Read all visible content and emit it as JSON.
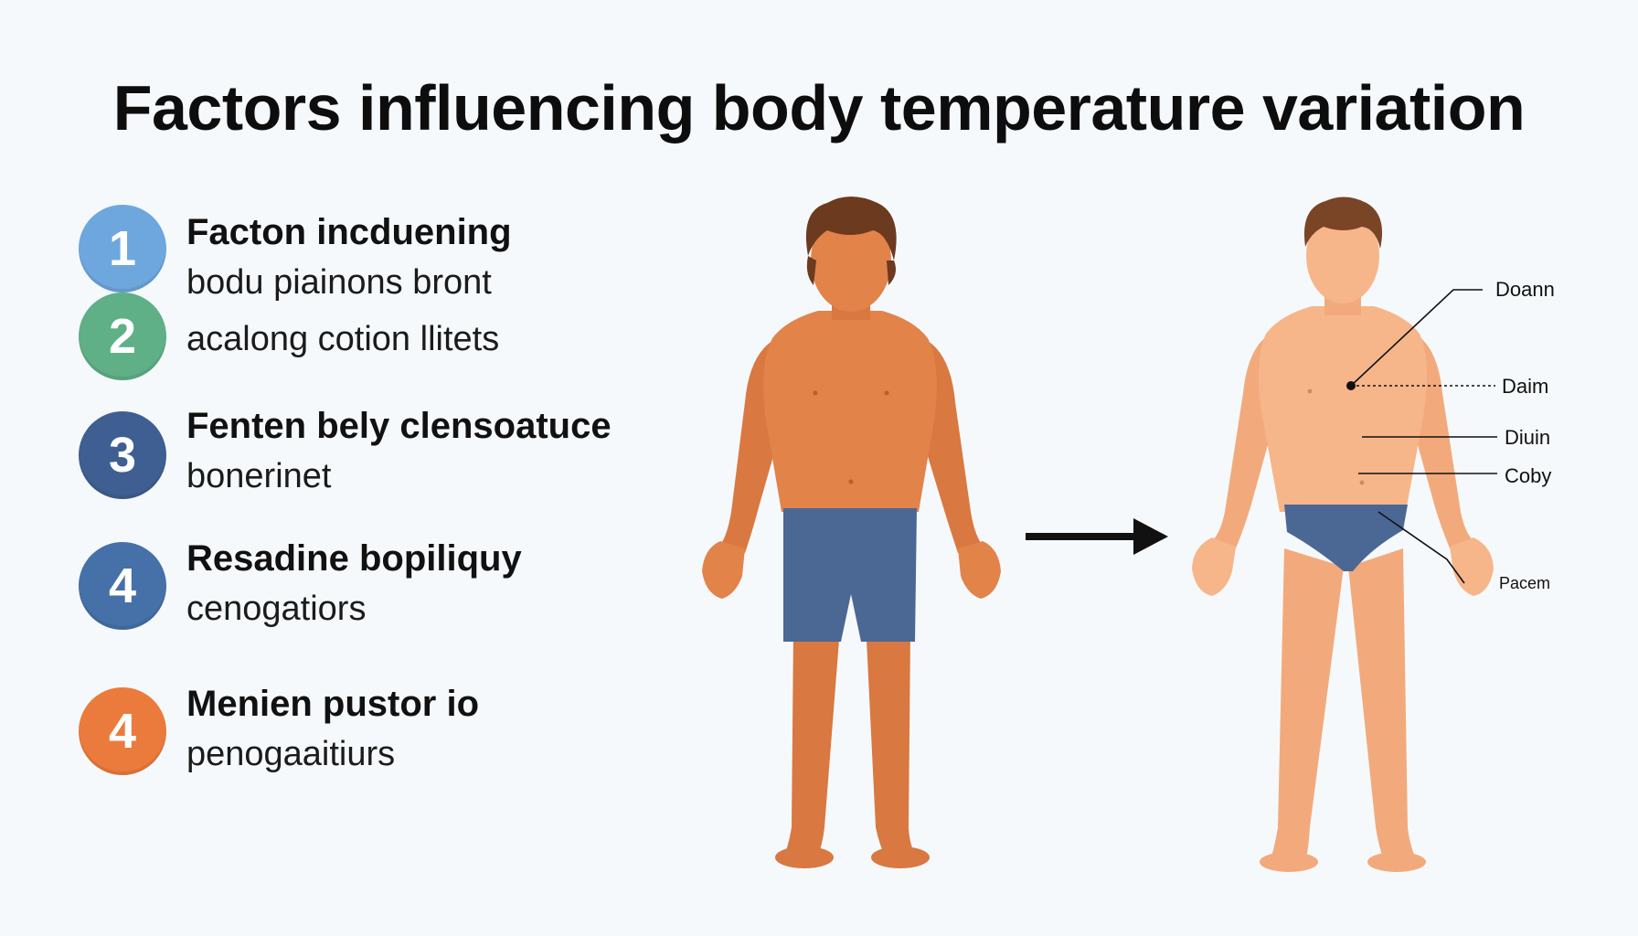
{
  "title": "Factors influencing body temperature variation",
  "factors": [
    {
      "number": "1",
      "color": "#6ea7dd",
      "heading": "Facton incduening",
      "lines": [
        "bodu piainons bront"
      ]
    },
    {
      "number": "2",
      "color": "#5faf87",
      "heading": "",
      "lines": [
        "acalong cotion llitets"
      ]
    },
    {
      "number": "3",
      "color": "#3f5f92",
      "heading": "Fenten bely clensoatuce",
      "lines": [
        "bonerinet"
      ]
    },
    {
      "number": "4",
      "color": "#4670a8",
      "heading": "Resadine bopiliquy",
      "lines": [
        "cenogatiors"
      ]
    },
    {
      "number": "4",
      "color": "#eb7b3c",
      "heading": "Menien pustor io",
      "lines": [
        "penogaaitiurs"
      ]
    }
  ],
  "callouts": [
    "Doann",
    "Daim",
    "Diuin",
    "Coby",
    "Pacem"
  ],
  "colors": {
    "figure_left_skin": "#e2834a",
    "figure_right_skin": "#f6b68a",
    "shorts": "#4b6894",
    "hair": "#6b3a1f",
    "arrow": "#111111"
  },
  "icons": [
    "right-arrow-icon"
  ]
}
